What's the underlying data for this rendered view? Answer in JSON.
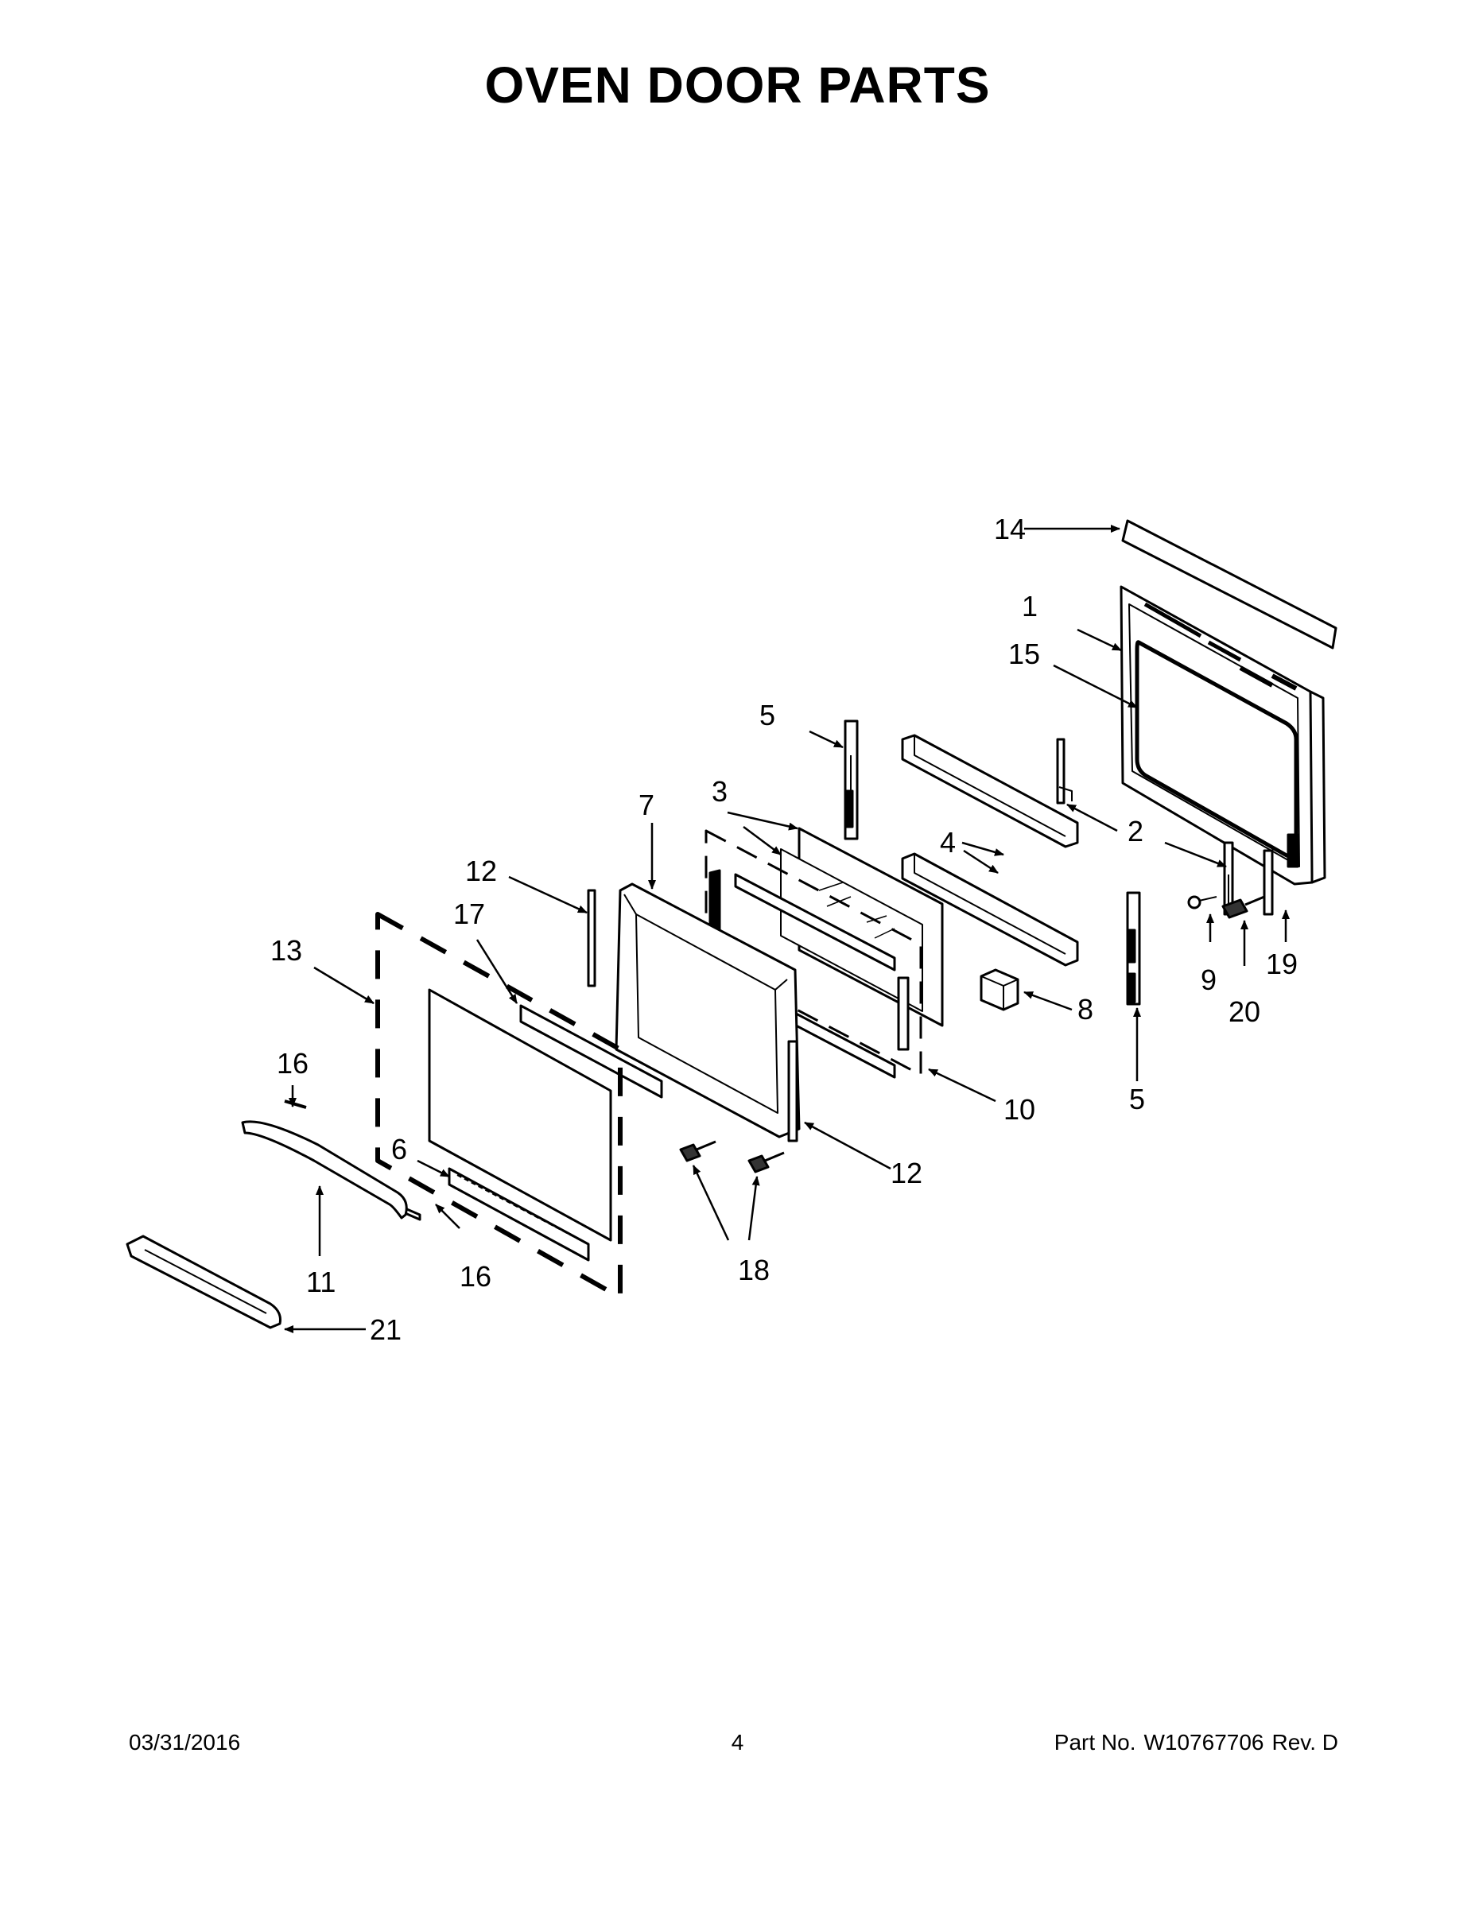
{
  "title": "OVEN DOOR PARTS",
  "callouts": {
    "c1": "1",
    "c2": "2",
    "c3": "3",
    "c4": "4",
    "c5a": "5",
    "c5b": "5",
    "c6": "6",
    "c7": "7",
    "c8": "8",
    "c9": "9",
    "c10": "10",
    "c11": "11",
    "c12a": "12",
    "c12b": "12",
    "c13": "13",
    "c14": "14",
    "c15": "15",
    "c16a": "16",
    "c16b": "16",
    "c17": "17",
    "c18": "18",
    "c19": "19",
    "c20": "20",
    "c21": "21"
  },
  "footer": {
    "date": "03/31/2016",
    "page": "4",
    "part_label": "Part No.",
    "part_number": "W10767706",
    "revision": "Rev. D"
  }
}
